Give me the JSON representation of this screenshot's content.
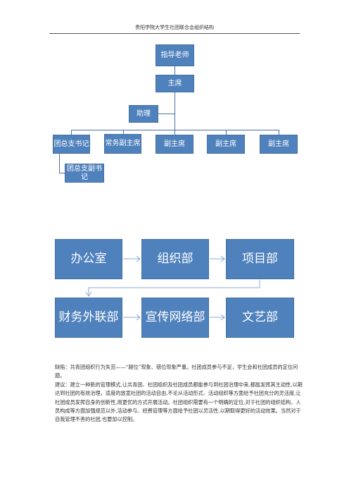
{
  "header": {
    "title": "贵阳学院大学生社团联合会组织结构"
  },
  "org_chart": {
    "advisor": "指导老师",
    "chair": "主席",
    "assistant": "助理",
    "level3": [
      "团总支书记",
      "常务副主席",
      "副主席",
      "副主席",
      "副主席"
    ],
    "deputy_secretary": "团总支副书记"
  },
  "departments": [
    "办公室",
    "组织部",
    "项目部",
    "财务外联部",
    "宣传网络部",
    "文艺部"
  ],
  "body": {
    "paragraph1": "缺陷：共青团组织行为失范——“越位”现象、错位现象严重。社团成员参与不足，学生会和社团成员的定位问题。",
    "paragraph2": "建议：建立一种新的管理模式,让共青团、社团组织及社团成员都能参与到社团治理中来,都能发挥其主动性,以期达到社团的有效治理，适度的放宽社团的活动自由,不论从活动形式、活动组织等方面给予社团充分的灵活度,让社团成员发挥自身的创新性,用更优的方式开展活动。社团组织需要有一个明确的定位,对于社团的组织结构、人员构成等方面加强规范以外,活动参与、经费管理等方面给予社团以灵活性,以期取得更好的活动效果。当然对于自我管理不善的社团,也要加以控制。"
  }
}
